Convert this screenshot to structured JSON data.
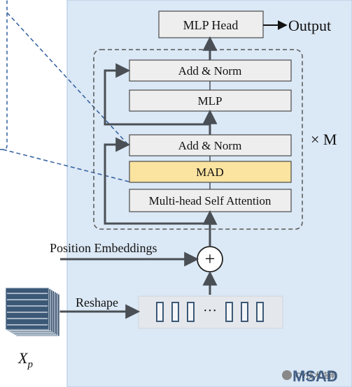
{
  "colors": {
    "panel_bg": "#dbe8f5",
    "panel_border": "#a9c4e0",
    "box_fill": "#eeeeee",
    "box_stroke": "#4a4a4a",
    "mad_fill": "#fbe3a0",
    "arrow": "#4a4f55",
    "dashed_link": "#2f5e9e",
    "reshape_panel": "#e4e7eb"
  },
  "blocks": {
    "mlp_head": "MLP Head",
    "output": "Output",
    "add_norm_top": "Add & Norm",
    "mlp": "MLP",
    "add_norm_bottom": "Add & Norm",
    "mad": "MAD",
    "mhsa": "Multi-head Self Attention",
    "repeat": "× M",
    "plus": "+",
    "position_embeddings": "Position Embeddings",
    "reshape": "Reshape",
    "ellipsis": "···",
    "input_symbol": "X",
    "input_subscript": "p"
  },
  "watermark": {
    "text": "MSAD",
    "small": "CV技术指南"
  },
  "icons": {
    "stack": "stacked-patches-icon",
    "token": "token-bar-icon",
    "wechat": "wechat-icon"
  }
}
